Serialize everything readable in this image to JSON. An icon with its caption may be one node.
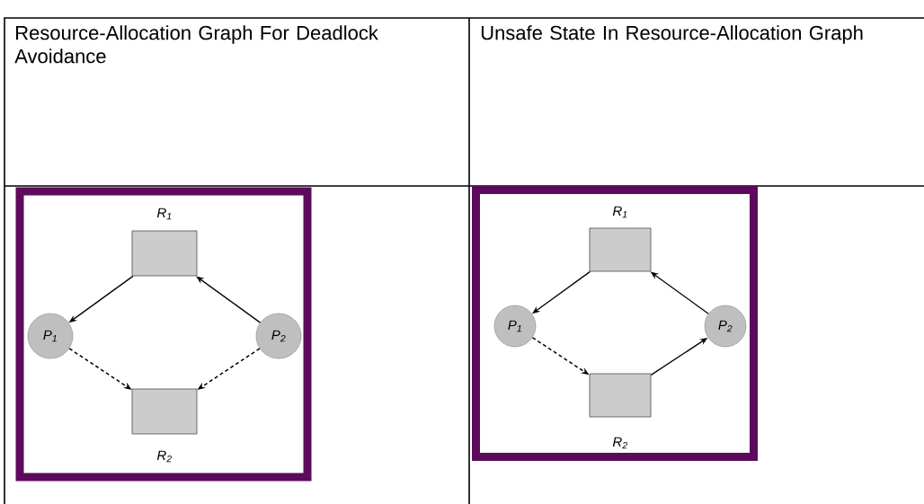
{
  "diagram": {
    "nodes": [
      {
        "text": [],
        "shape": "box"
      },
      {
        "text": [],
        "shape": "box",
        "beside": [
          "R$_{1}$"
        ],
        "in": 0
      },
      {
        "text": [
          "P$_{1}$"
        ],
        "in": 0
      },
      {
        "text": [
          "P$_{2}$"
        ],
        "in": 0
      },
      {
        "text": [],
        "shape": "box",
        "beside": [
          "R$_{2}$"
        ],
        "in": 0
      },
      {
        "text": [],
        "shape": "box"
      },
      {
        "text": [],
        "shape": "box",
        "beside": [
          "R$_{1}$"
        ],
        "in": 5
      },
      {
        "text": [
          "P$_{1}$"
        ],
        "in": 5
      },
      {
        "text": [
          "P$_{2}$"
        ],
        "in": 5
      },
      {
        "text": [],
        "shape": "box",
        "beside": [
          "R$_{2}$"
        ],
        "in": 5
      }
    ],
    "edges": [
      {
        "from": 1,
        "to": 2,
        "arrow": "to"
      },
      {
        "from": 3,
        "to": 1,
        "arrow": "to"
      },
      {
        "from": 2,
        "to": 4,
        "arrow": "to",
        "style": "dashed"
      },
      {
        "from": 3,
        "to": 4,
        "arrow": "to",
        "style": "dashed"
      },
      {
        "from": 6,
        "to": 7,
        "arrow": "to"
      },
      {
        "from": 8,
        "to": 6,
        "arrow": "to"
      },
      {
        "from": 7,
        "to": 9,
        "arrow": "to",
        "style": "dashed"
      },
      {
        "from": 9,
        "to": 8,
        "arrow": "to"
      }
    ],
    "labels": [
      "Resource-Allocation Graph For Deadlock Avoidance",
      "Unsafe State In Resource-Allocation Graph"
    ]
  }
}
